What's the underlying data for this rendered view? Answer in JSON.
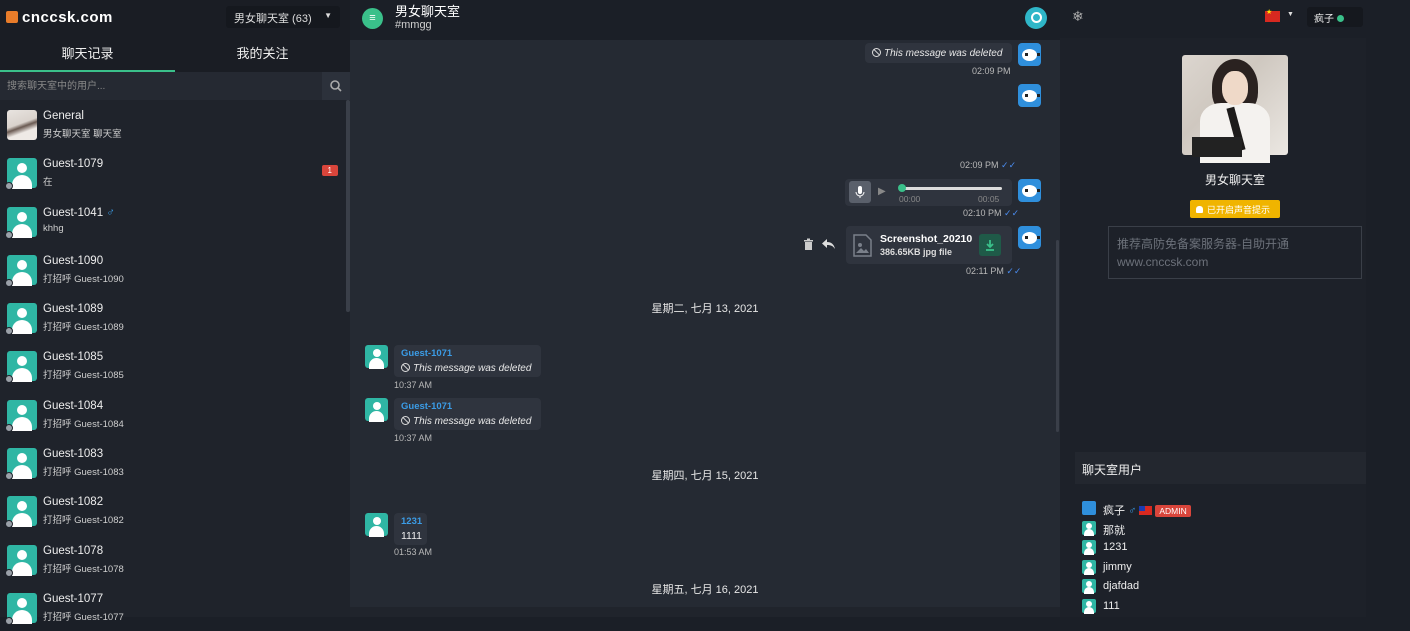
{
  "left": {
    "logo": "cnccsk.com",
    "room_select": "男女聊天室 (63)",
    "tabs": [
      "聊天记录",
      "我的关注"
    ],
    "search_placeholder": "搜索聊天室中的用户...",
    "items": [
      {
        "name": "General",
        "gender": "",
        "preview": "男女聊天室 聊天室",
        "badge": ""
      },
      {
        "name": "Guest-1079",
        "gender": "",
        "preview": "在",
        "badge": "1"
      },
      {
        "name": "Guest-1041",
        "gender": "♂",
        "preview": "khhg",
        "badge": ""
      },
      {
        "name": "Guest-1090",
        "gender": "",
        "preview": "打招呼 Guest-1090",
        "badge": ""
      },
      {
        "name": "Guest-1089",
        "gender": "",
        "preview": "打招呼 Guest-1089",
        "badge": ""
      },
      {
        "name": "Guest-1085",
        "gender": "",
        "preview": "打招呼 Guest-1085",
        "badge": ""
      },
      {
        "name": "Guest-1084",
        "gender": "",
        "preview": "打招呼 Guest-1084",
        "badge": ""
      },
      {
        "name": "Guest-1083",
        "gender": "",
        "preview": "打招呼 Guest-1083",
        "badge": ""
      },
      {
        "name": "Guest-1082",
        "gender": "",
        "preview": "打招呼 Guest-1082",
        "badge": ""
      },
      {
        "name": "Guest-1078",
        "gender": "",
        "preview": "打招呼 Guest-1078",
        "badge": ""
      },
      {
        "name": "Guest-1077",
        "gender": "",
        "preview": "打招呼 Guest-1077",
        "badge": ""
      }
    ]
  },
  "center": {
    "title": "男女聊天室",
    "subtitle": "#mmgg",
    "deleted_text": "This message was deleted",
    "msgs": {
      "own_time_1": "02:09 PM",
      "own_time_2": "02:09 PM",
      "audio_start": "00:00",
      "audio_end": "00:05",
      "audio_time": "02:10 PM",
      "file_name": "Screenshot_20210",
      "file_meta": "386.65KB jpg file",
      "file_time": "02:11 PM",
      "date_1": "星期二, 七月 13, 2021",
      "m1_sender": "Guest-1071",
      "m1_time": "10:37 AM",
      "m2_sender": "Guest-1071",
      "m2_time": "10:37 AM",
      "date_2": "星期四, 七月 15, 2021",
      "m3_sender": "1231",
      "m3_text": "1111",
      "m3_time": "01:53 AM",
      "date_3": "星期五, 七月 16, 2021"
    }
  },
  "right": {
    "user": "疯子",
    "room_name": "男女聊天室",
    "notif_label": "已开启声音提示",
    "ad_text": "推荐高防免备案服务器-自助开通 www.cnccsk.com",
    "users_title": "聊天室用户",
    "users": [
      {
        "name": "疯子",
        "gender": "♂",
        "role": "ADMIN"
      },
      {
        "name": "那就"
      },
      {
        "name": "1231"
      },
      {
        "name": "jimmy"
      },
      {
        "name": "djafdad"
      },
      {
        "name": "111"
      }
    ]
  },
  "colors": {
    "accent": "#3ac08a",
    "link": "#3b9ce6",
    "badge": "#d9453b",
    "notif": "#f0b400"
  }
}
